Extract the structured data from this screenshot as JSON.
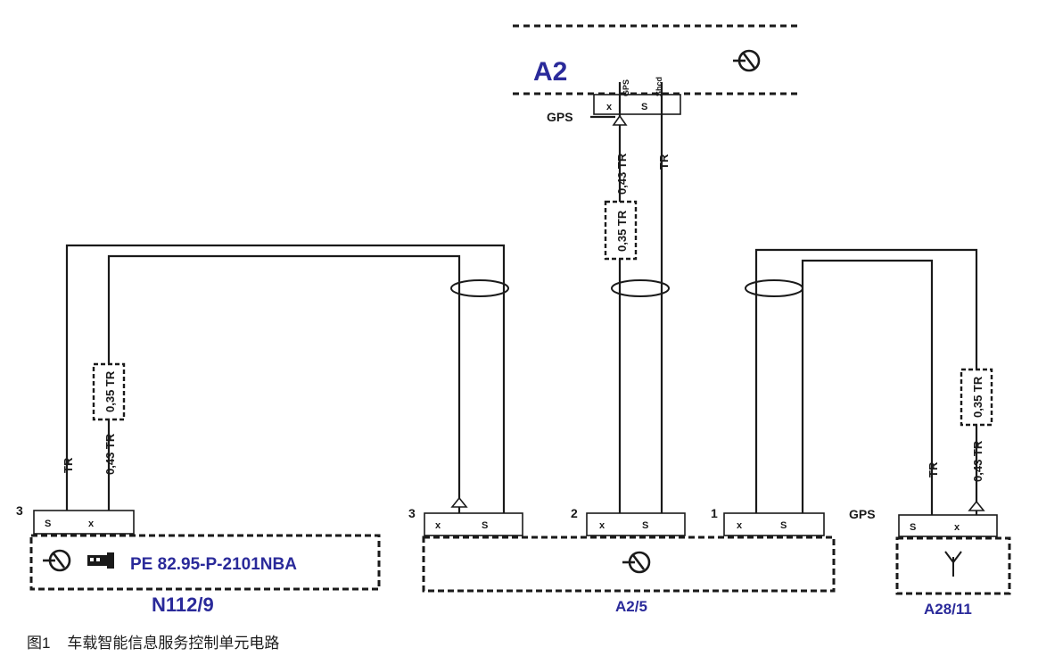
{
  "modules": {
    "a2": {
      "name": "A2"
    },
    "a2_5": {
      "name": "A2/5",
      "connectors": {
        "c3": "3",
        "c2": "2",
        "c1": "1"
      }
    },
    "n112_9": {
      "name": "N112/9",
      "part_number": "PE 82.95-P-2101NBA",
      "pin_number": "3"
    },
    "a28_11": {
      "name": "A28/11",
      "pin_label": "GPS"
    },
    "a2_pin_label": "GPS"
  },
  "pins": {
    "s": "S",
    "x": "x"
  },
  "a2_vertical_pins": {
    "gps": "GPS",
    "shield": "Shcd"
  },
  "wires": {
    "tr": "TR",
    "w043": "0,43 TR",
    "w035": "0,35 TR"
  },
  "caption": {
    "figure": "图1",
    "title": "车载智能信息服务控制单元电路"
  },
  "colors": {
    "ink": "#1a1a1a",
    "module_label": "#2a2a9a",
    "paper": "#ffffff"
  },
  "icons": [
    "satellite-dish-icon",
    "telephone-icon",
    "antenna-icon"
  ]
}
